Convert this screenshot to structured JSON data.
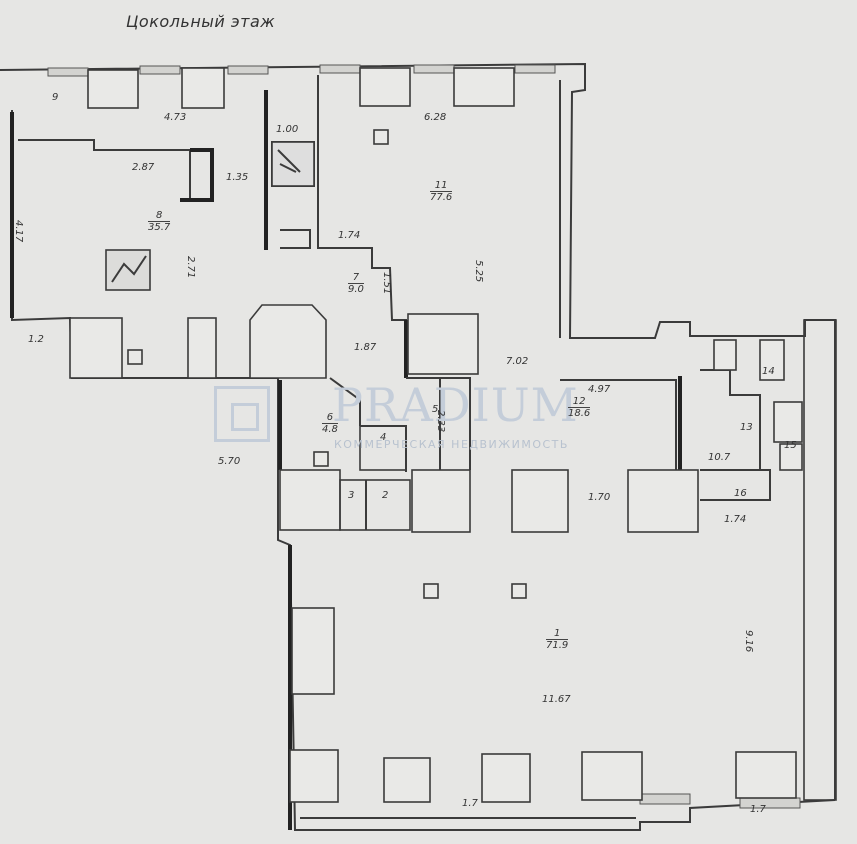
{
  "title": "Цокольный этаж",
  "watermark": {
    "brand": "PRADIUM",
    "tagline": "КОММЕРЧЕСКАЯ НЕДВИЖИМОСТЬ"
  },
  "rooms": [
    {
      "number": "9",
      "area": ""
    },
    {
      "number": "8",
      "area": "35.7"
    },
    {
      "number": "11",
      "area": "77.6"
    },
    {
      "number": "7",
      "area": "9.0"
    },
    {
      "number": "6",
      "area": "4.8"
    },
    {
      "number": "5",
      "area": ""
    },
    {
      "number": "4",
      "area": ""
    },
    {
      "number": "3",
      "area": ""
    },
    {
      "number": "2",
      "area": ""
    },
    {
      "number": "12",
      "area": "18.6"
    },
    {
      "number": "13",
      "area": ""
    },
    {
      "number": "14",
      "area": ""
    },
    {
      "number": "15",
      "area": ""
    },
    {
      "number": "16",
      "area": ""
    },
    {
      "number": "1",
      "area": "71.9"
    }
  ],
  "dimensions": [
    "4.73",
    "6.28",
    "2.87",
    "1.35",
    "1.00",
    "4.17",
    "2.71",
    "1.74",
    "1.51",
    "5.25",
    "1.87",
    "7.02",
    "4.97",
    "2.33",
    "5.70",
    "1.70",
    "10.7",
    "1.74",
    "9.16",
    "11.67",
    "1.7",
    "1.2",
    "1.7"
  ],
  "colors": {
    "paper": "#e6e6e4",
    "line": "#3b3b3b",
    "watermark": "#c4cdd9"
  }
}
